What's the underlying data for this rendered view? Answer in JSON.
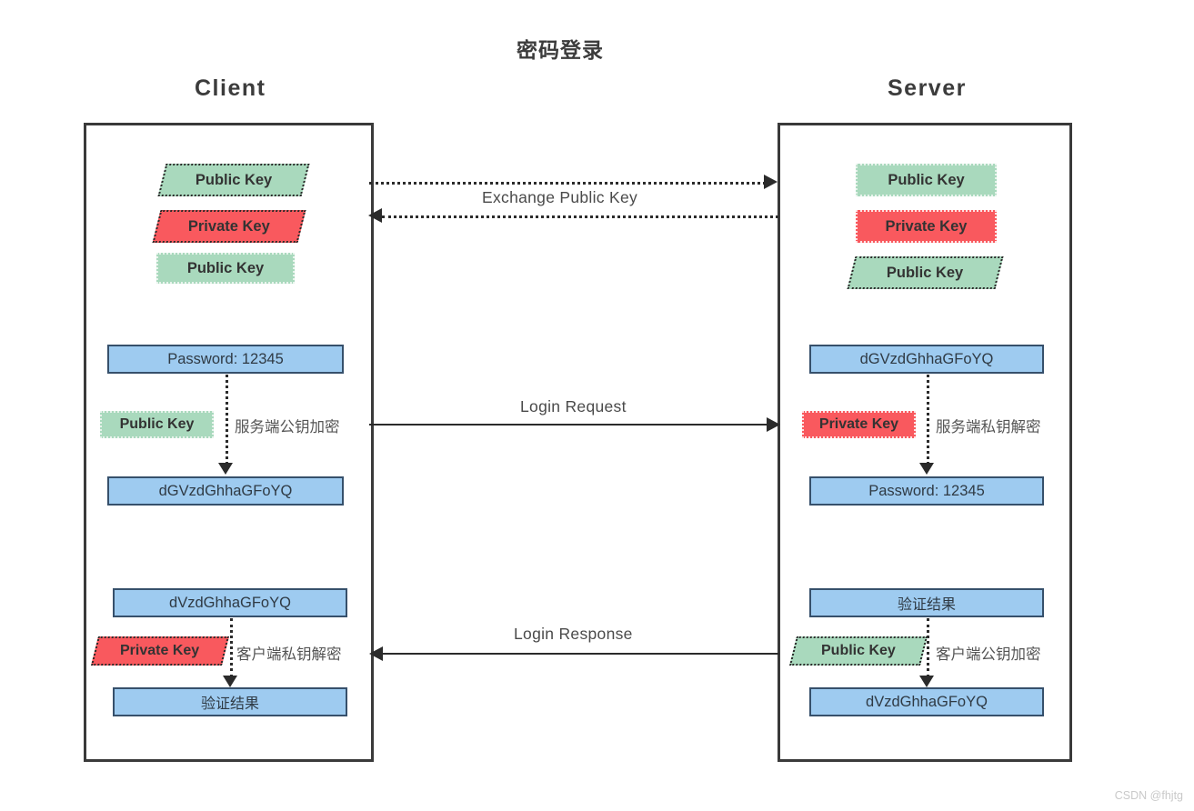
{
  "diagram": {
    "title": "密码登录",
    "watermark": "CSDN @fhjtg",
    "columns": {
      "client": "Client",
      "server": "Server"
    },
    "labels": {
      "public_key": "Public Key",
      "private_key": "Private Key"
    },
    "colors": {
      "green": "#a9d9bd",
      "red": "#f9595e",
      "blue": "#9ecbf0",
      "blue_border": "#36506b",
      "stroke": "#2b2b2b",
      "panel_border": "#3a3a3a",
      "title": "#3c3c3c",
      "watermark": "#c9c9c9"
    },
    "client": {
      "keys": [
        {
          "label": "Public Key",
          "kind": "public",
          "shape": "parallelogram",
          "border": "dotted"
        },
        {
          "label": "Private Key",
          "kind": "private",
          "shape": "parallelogram",
          "border": "dotted"
        },
        {
          "label": "Public Key",
          "kind": "public",
          "shape": "rectangle",
          "border": "dotted-light"
        }
      ],
      "step1": {
        "input": "Password: 12345",
        "key": "Public Key",
        "key_kind": "public",
        "operation": "服务端公钥加密",
        "output": "dGVzdGhhaGFoYQ"
      },
      "step2": {
        "input": "dVzdGhhaGFoYQ",
        "key": "Private Key",
        "key_kind": "private",
        "operation": "客户端私钥解密",
        "output": "验证结果"
      }
    },
    "server": {
      "keys": [
        {
          "label": "Public Key",
          "kind": "public",
          "shape": "rectangle",
          "border": "dotted-light"
        },
        {
          "label": "Private Key",
          "kind": "private",
          "shape": "rectangle",
          "border": "dotted"
        },
        {
          "label": "Public Key",
          "kind": "public",
          "shape": "parallelogram",
          "border": "dotted"
        }
      ],
      "step1": {
        "input": "dGVzdGhhaGFoYQ",
        "key": "Private Key",
        "key_kind": "private",
        "operation": "服务端私钥解密",
        "output": "Password: 12345"
      },
      "step2": {
        "input": "验证结果",
        "key": "Public Key",
        "key_kind": "public",
        "operation": "客户端公钥加密",
        "output": "dVzdGhhaGFoYQ"
      }
    },
    "flows": [
      {
        "id": "exchange",
        "label": "Exchange Public Key",
        "style": "dotted",
        "direction": "both"
      },
      {
        "id": "login_request",
        "label": "Login Request",
        "style": "solid",
        "direction": "right"
      },
      {
        "id": "login_response",
        "label": "Login Response",
        "style": "solid",
        "direction": "left"
      }
    ]
  }
}
